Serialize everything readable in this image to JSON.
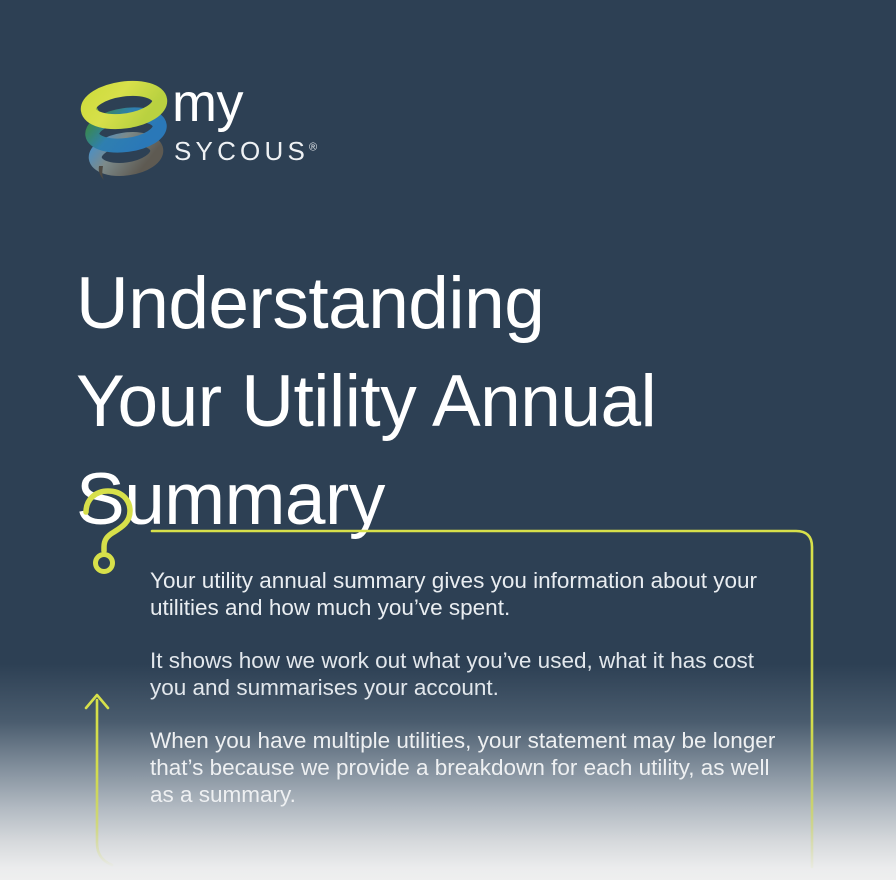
{
  "page": {
    "background_top_color": "#2d4054",
    "background_bottom_color": "#eeefef",
    "accent_color": "#d7e04a"
  },
  "logo": {
    "mark_name": "sycous-spiral-logo-icon",
    "word_my": "my",
    "word_sycous": "SYCOUS",
    "registered_mark": "®",
    "colors": {
      "yellow": "#d5df45",
      "green": "#3f9048",
      "blue": "#2a7bb8",
      "gray": "#6e6a60"
    }
  },
  "heading": {
    "lines": [
      "Understanding",
      "Your Utility Annual",
      "Summary"
    ],
    "full_text": "Understanding Your Utility Annual Summary"
  },
  "callout": {
    "icon_name": "question-mark-icon",
    "arrow_icon_name": "arrow-up-icon",
    "border_color": "#d7e04a",
    "paragraphs": [
      "Your utility annual summary gives you information about your utilities and how much you’ve spent.",
      "It shows how we work out what you’ve used, what it has cost you and summarises your account.",
      "When you have multiple utilities, your statement may be longer that’s because we provide a breakdown for each utility, as well as a summary."
    ]
  }
}
